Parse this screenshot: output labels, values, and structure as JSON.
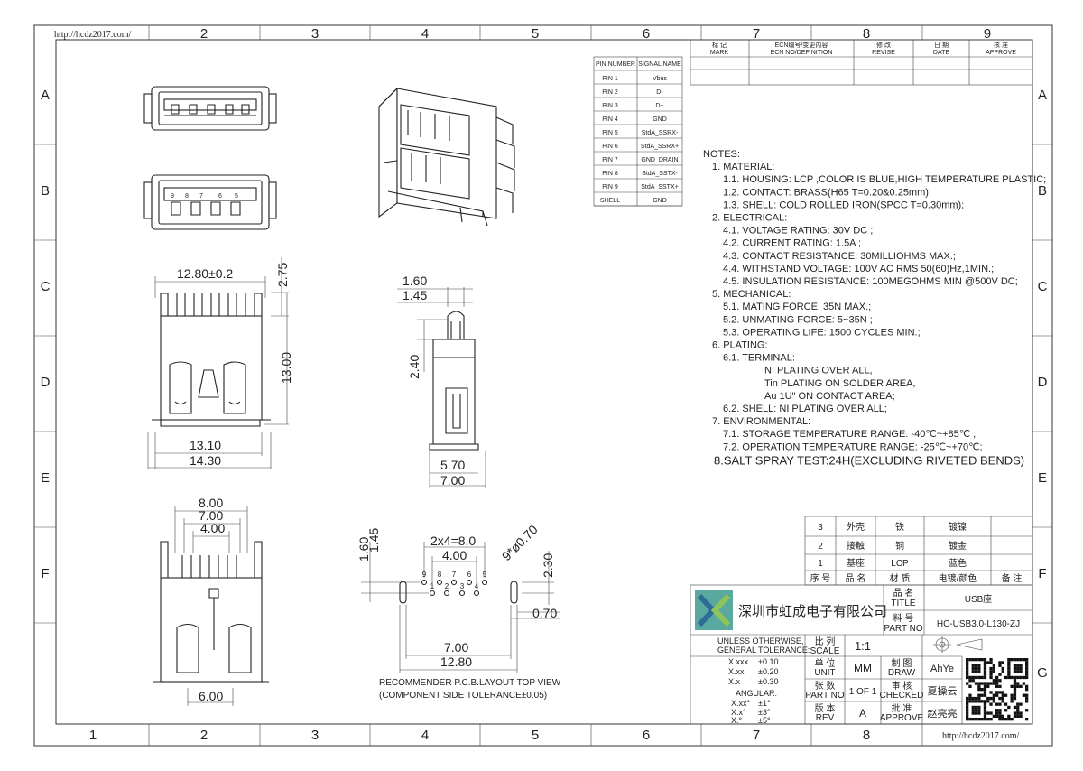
{
  "url_label": "http://hcdz2017.com/",
  "border": {
    "top_numbers": [
      "2",
      "3",
      "4",
      "5",
      "6",
      "7",
      "8",
      "9"
    ],
    "bottom_numbers": [
      "1",
      "2",
      "3",
      "4",
      "5",
      "6",
      "7",
      "8"
    ],
    "side_letters": [
      "A",
      "B",
      "C",
      "D",
      "E",
      "F",
      "G"
    ]
  },
  "revision_table": {
    "headers": [
      {
        "cn": "标 记",
        "en": "MARK"
      },
      {
        "cn": "ECN编号/变更内容",
        "en": "ECN NO/DEFINITION"
      },
      {
        "cn": "修 改",
        "en": "REVISE"
      },
      {
        "cn": "日 期",
        "en": "DATE"
      },
      {
        "cn": "核 准",
        "en": "APPROVE"
      }
    ]
  },
  "pin_table": {
    "headers": [
      "PIN NUMBER",
      "SIGNAL NAME"
    ],
    "rows": [
      [
        "PIN 1",
        "Vbus"
      ],
      [
        "PIN 2",
        "D-"
      ],
      [
        "PIN 3",
        "D+"
      ],
      [
        "PIN 4",
        "GND"
      ],
      [
        "PIN 5",
        "StdA_SSRX-"
      ],
      [
        "PIN 6",
        "StdA_SSRX+"
      ],
      [
        "PIN 7",
        "GND_DRAIN"
      ],
      [
        "PIN 8",
        "StdA_SSTX-"
      ],
      [
        "PIN 9",
        "StdA_SSTX+"
      ],
      [
        "SHELL",
        "GND"
      ]
    ]
  },
  "notes": [
    "NOTES:",
    "1. MATERIAL:",
    "1.1. HOUSING: LCP ,COLOR IS BLUE,HIGH TEMPERATURE PLASTIC;",
    "1.2. CONTACT: BRASS(H65 T=0.20&0.25mm);",
    "1.3. SHELL: COLD ROLLED IRON(SPCC T=0.30mm);",
    "2. ELECTRICAL:",
    "4.1. VOLTAGE RATING: 30V DC ;",
    "4.2. CURRENT RATING: 1.5A ;",
    "4.3. CONTACT RESISTANCE: 30MILLIOHMS MAX.;",
    "4.4. WITHSTAND VOLTAGE: 100V AC RMS 50(60)Hz,1MIN.;",
    "4.5. INSULATION RESISTANCE: 100MEGOHMS MIN @500V DC;",
    "5. MECHANICAL:",
    "5.1. MATING FORCE: 35N MAX.;",
    "5.2. UNMATING FORCE: 5~35N ;",
    "5.3. OPERATING LIFE: 1500 CYCLES MIN.;",
    "6. PLATING:",
    "6.1. TERMINAL:",
    "NI PLATING OVER ALL,",
    "Tin PLATING ON SOLDER AREA,",
    "Au 1U\" ON CONTACT AREA;",
    "6.2. SHELL: NI PLATING OVER ALL;",
    "7. ENVIRONMENTAL:",
    "7.1. STORAGE TEMPERATURE RANGE: -40℃~+85℃ ;",
    "7.2. OPERATION TEMPERATURE RANGE: -25℃~+70℃;",
    "8.SALT SPRAY TEST:24H(EXCLUDING RIVETED BENDS)"
  ],
  "dimensions": {
    "width_top": "12.80±0.2",
    "height_275": "2.75",
    "height_1300": "13.00",
    "w_1310": "13.10",
    "w_1430": "14.30",
    "d_160": "1.60",
    "d_145": "1.45",
    "d_240": "2.40",
    "d_570": "5.70",
    "d_700": "7.00",
    "f_800": "8.00",
    "f_700": "7.00",
    "f_400": "4.00",
    "f_600": "6.00",
    "p_160": "1.60",
    "p_145": "1.45",
    "p_2x4": "2x4=8.0",
    "p_400": "4.00",
    "p_holes": "9*ø0.70",
    "p_230": "2.30",
    "p_070": "0.70",
    "p_700": "7.00",
    "p_1280": "12.80"
  },
  "pcb_caption": [
    "RECOMMENDER P.C.B.LAYOUT TOP VIEW",
    "(COMPONENT SIDE TOLERANCE±0.05)"
  ],
  "pin_numbers_top": [
    "9",
    "8",
    "7",
    "6",
    "5"
  ],
  "pin_numbers_bottom": [
    "1",
    "2",
    "3",
    "4"
  ],
  "bom": {
    "rows": [
      [
        "3",
        "外壳",
        "铁",
        "镀镍",
        ""
      ],
      [
        "2",
        "接触",
        "铜",
        "镀金",
        ""
      ],
      [
        "1",
        "基座",
        "LCP",
        "蓝色",
        ""
      ]
    ],
    "headers": [
      "序 号",
      "品 名",
      "材 质",
      "电镀/颜色",
      "备 注"
    ]
  },
  "title_block": {
    "company": "深圳市虹成电子有限公司",
    "title_cn": "品 名",
    "title_en": "TITLE",
    "title_value": "USB座",
    "part_cn": "料 号",
    "part_en": "PART NO",
    "part_value": "HC-USB3.0-L130-ZJ",
    "scale_cn": "比 列",
    "scale_en": "SCALE",
    "scale_value": "1:1",
    "unit_cn": "单 位",
    "unit_en": "UNIT",
    "unit_value": "MM",
    "draw_cn": "制 图",
    "draw_en": "DRAW",
    "draw_value": "AhYe",
    "sheet_cn": "张 数",
    "sheet_en": "PART NO",
    "sheet_value": "1 OF 1",
    "checked_cn": "审 核",
    "checked_en": "CHECKED",
    "checked_value": "夏操云",
    "rev_cn": "版 本",
    "rev_en": "REV",
    "rev_value": "A",
    "approve_cn": "批 准",
    "approve_en": "APPROVE",
    "approve_value": "赵亮亮",
    "tolerance_lines": [
      "UNLESS OTHERWISE,",
      "GENERAL TOLERANCE:"
    ],
    "tol_rows": [
      [
        "X.xxx",
        "±0.10"
      ],
      [
        "X.xx",
        "±0.20"
      ],
      [
        "X.x",
        "±0.30"
      ]
    ],
    "angular_label": "ANGULAR:",
    "angular_rows": [
      [
        "X.xx°",
        "±1°"
      ],
      [
        "X.x°",
        "±3°"
      ],
      [
        "X.°",
        "±5°"
      ]
    ]
  }
}
